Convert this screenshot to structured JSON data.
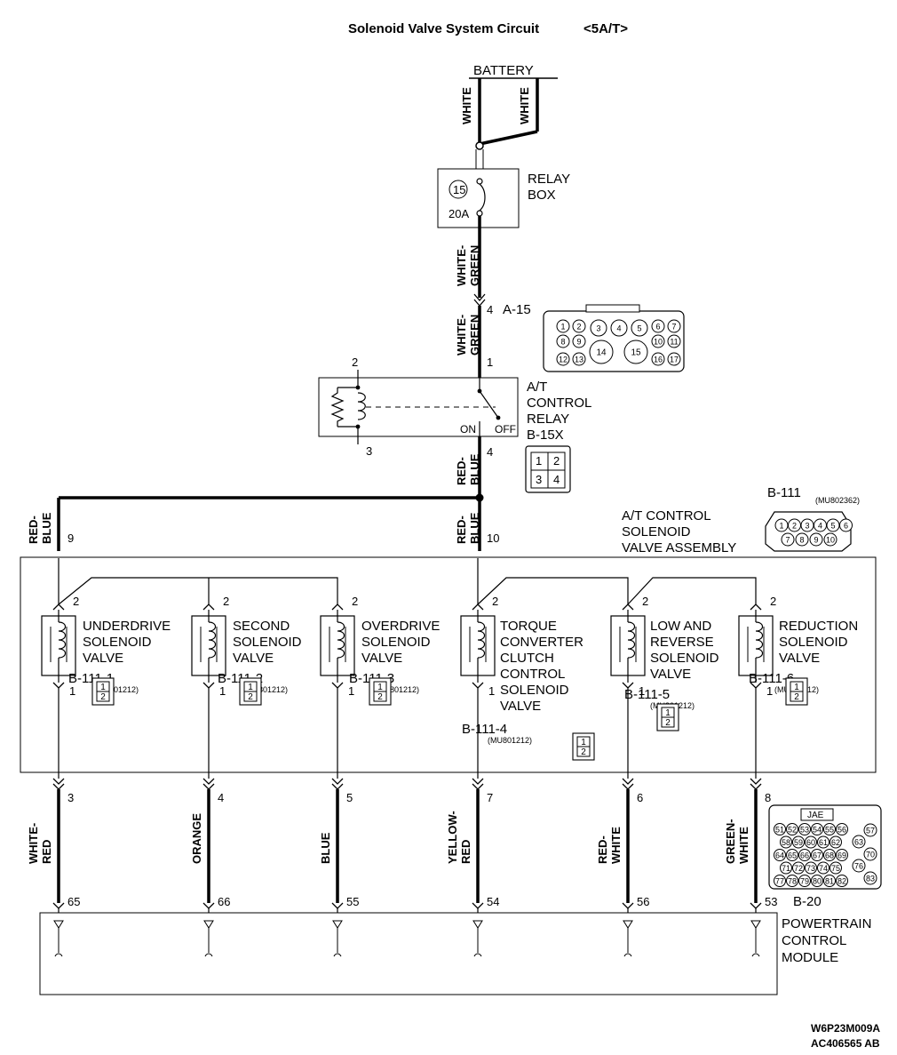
{
  "title": "Solenoid Valve System Circuit",
  "title_variant": "<5A/T>",
  "battery": "BATTERY",
  "battery_wires": [
    "WHITE",
    "WHITE"
  ],
  "relay_box": {
    "label": [
      "RELAY",
      "BOX"
    ],
    "fuse_no": "15",
    "fuse_rating": "20A"
  },
  "wire_white_green": [
    "WHITE-",
    "GREEN"
  ],
  "connector_a15": {
    "pin_in": "4",
    "name": "A-15",
    "pin_out": "1",
    "pins": [
      "1",
      "2",
      "3",
      "4",
      "5",
      "6",
      "7",
      "8",
      "9",
      "10",
      "11",
      "12",
      "13",
      "14",
      "15",
      "16",
      "17"
    ]
  },
  "at_relay": {
    "label": [
      "A/T",
      "CONTROL",
      "RELAY"
    ],
    "name": "B-15X",
    "pin_top": "2",
    "pin_bottom": "3",
    "on": "ON",
    "off": "OFF",
    "pin_out": "4",
    "pins": [
      "1",
      "2",
      "3",
      "4"
    ]
  },
  "wire_red_blue": [
    "RED-",
    "BLUE"
  ],
  "pins_red_blue": {
    "left": "9",
    "right": "10"
  },
  "assembly": {
    "label": [
      "A/T CONTROL",
      "SOLENOID",
      "VALVE ASSEMBLY"
    ],
    "name": "B-111",
    "part": "(MU802362)",
    "pins": [
      "1",
      "2",
      "3",
      "4",
      "5",
      "6",
      "7",
      "8",
      "9",
      "10"
    ]
  },
  "valves": [
    {
      "name": [
        "UNDERDRIVE",
        "SOLENOID",
        "VALVE"
      ],
      "connector": "B-111-1",
      "part": "(MU801212)",
      "pin_top": "2",
      "pin_bottom": "1",
      "asm_pin": "3",
      "wire": [
        "WHITE-",
        "RED"
      ],
      "pcm_pin": "65"
    },
    {
      "name": [
        "SECOND",
        "SOLENOID",
        "VALVE"
      ],
      "connector": "B-111-2",
      "part": "(MU801212)",
      "pin_top": "2",
      "pin_bottom": "1",
      "asm_pin": "4",
      "wire": [
        "ORANGE"
      ],
      "pcm_pin": "66"
    },
    {
      "name": [
        "OVERDRIVE",
        "SOLENOID",
        "VALVE"
      ],
      "connector": "B-111-3",
      "part": "(MU801212)",
      "pin_top": "2",
      "pin_bottom": "1",
      "asm_pin": "5",
      "wire": [
        "BLUE"
      ],
      "pcm_pin": "55"
    },
    {
      "name": [
        "TORQUE",
        "CONVERTER",
        "CLUTCH",
        "CONTROL",
        "SOLENOID",
        "VALVE"
      ],
      "connector": "B-111-4",
      "part": "(MU801212)",
      "pin_top": "2",
      "pin_bottom": "1",
      "asm_pin": "7",
      "wire": [
        "YELLOW-",
        "RED"
      ],
      "pcm_pin": "54"
    },
    {
      "name": [
        "LOW AND",
        "REVERSE",
        "SOLENOID",
        "VALVE"
      ],
      "connector": "B-111-5",
      "part": "(MU801212)",
      "pin_top": "2",
      "pin_bottom": "1",
      "asm_pin": "6",
      "wire": [
        "RED-",
        "WHITE"
      ],
      "pcm_pin": "56"
    },
    {
      "name": [
        "REDUCTION",
        "SOLENOID",
        "VALVE"
      ],
      "connector": "B-111-6",
      "part": "(MU801212)",
      "pin_top": "2",
      "pin_bottom": "1",
      "asm_pin": "8",
      "wire": [
        "GREEN-",
        "WHITE"
      ],
      "pcm_pin": "53"
    }
  ],
  "valve_connector_pins": [
    "1",
    "2"
  ],
  "pcm": {
    "label": [
      "POWERTRAIN",
      "CONTROL",
      "MODULE"
    ],
    "connector": "B-20",
    "maker": "JAE",
    "pin_rows": [
      [
        "51",
        "52",
        "53",
        "54",
        "55",
        "56"
      ],
      [
        "58",
        "59",
        "60",
        "61",
        "62"
      ],
      [
        "64",
        "65",
        "66",
        "67",
        "68",
        "69"
      ],
      [
        "71",
        "72",
        "73",
        "74",
        "75"
      ],
      [
        "77",
        "78",
        "79",
        "80",
        "81",
        "82"
      ]
    ],
    "side_pins": [
      "57",
      "63",
      "70",
      "76",
      "83"
    ]
  },
  "codes": [
    "W6P23M009A",
    "AC406565 AB"
  ]
}
